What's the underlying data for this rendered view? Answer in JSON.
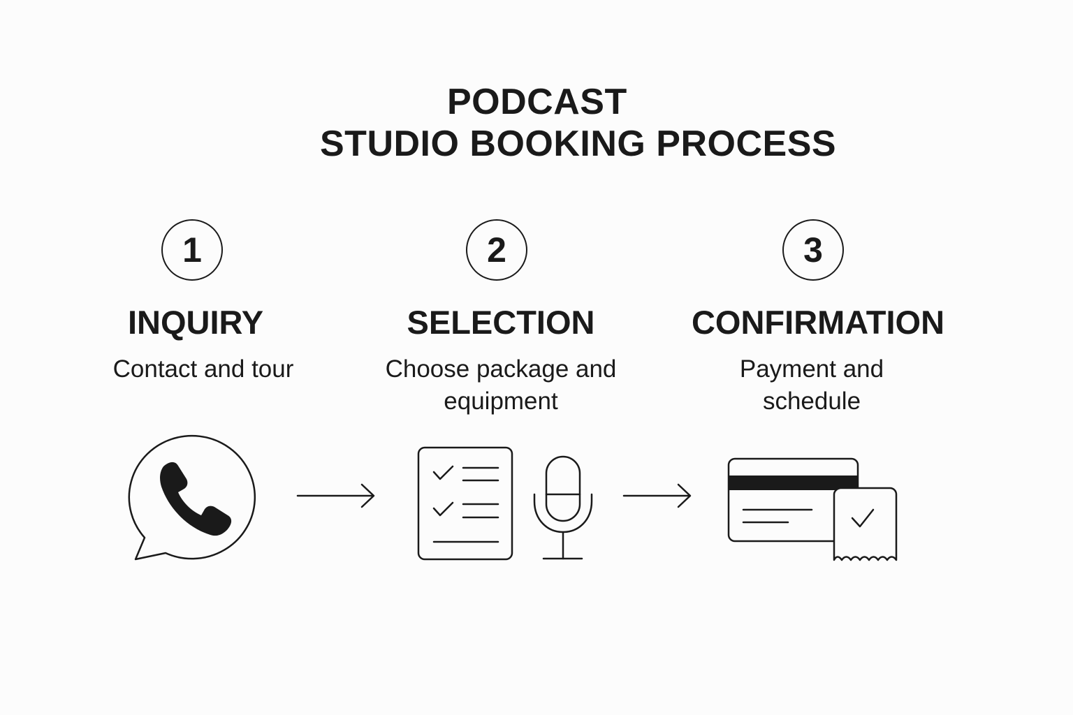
{
  "title": {
    "line1": "PODCAST",
    "line2": "STUDIO BOOKING PROCESS"
  },
  "steps": [
    {
      "number": "1",
      "heading": "INQUIRY",
      "description": "Contact and tour",
      "icons": [
        "phone-chat-bubble-icon"
      ]
    },
    {
      "number": "2",
      "heading": "SELECTION",
      "description": "Choose package and equipment",
      "icons": [
        "checklist-icon",
        "microphone-icon"
      ]
    },
    {
      "number": "3",
      "heading": "CONFIRMATION",
      "description": "Payment and schedule",
      "icons": [
        "credit-card-icon",
        "receipt-check-icon"
      ]
    }
  ],
  "connectors": [
    "arrow-right-icon",
    "arrow-right-icon"
  ],
  "colors": {
    "ink": "#1a1a1a",
    "background": "#fcfcfc"
  }
}
